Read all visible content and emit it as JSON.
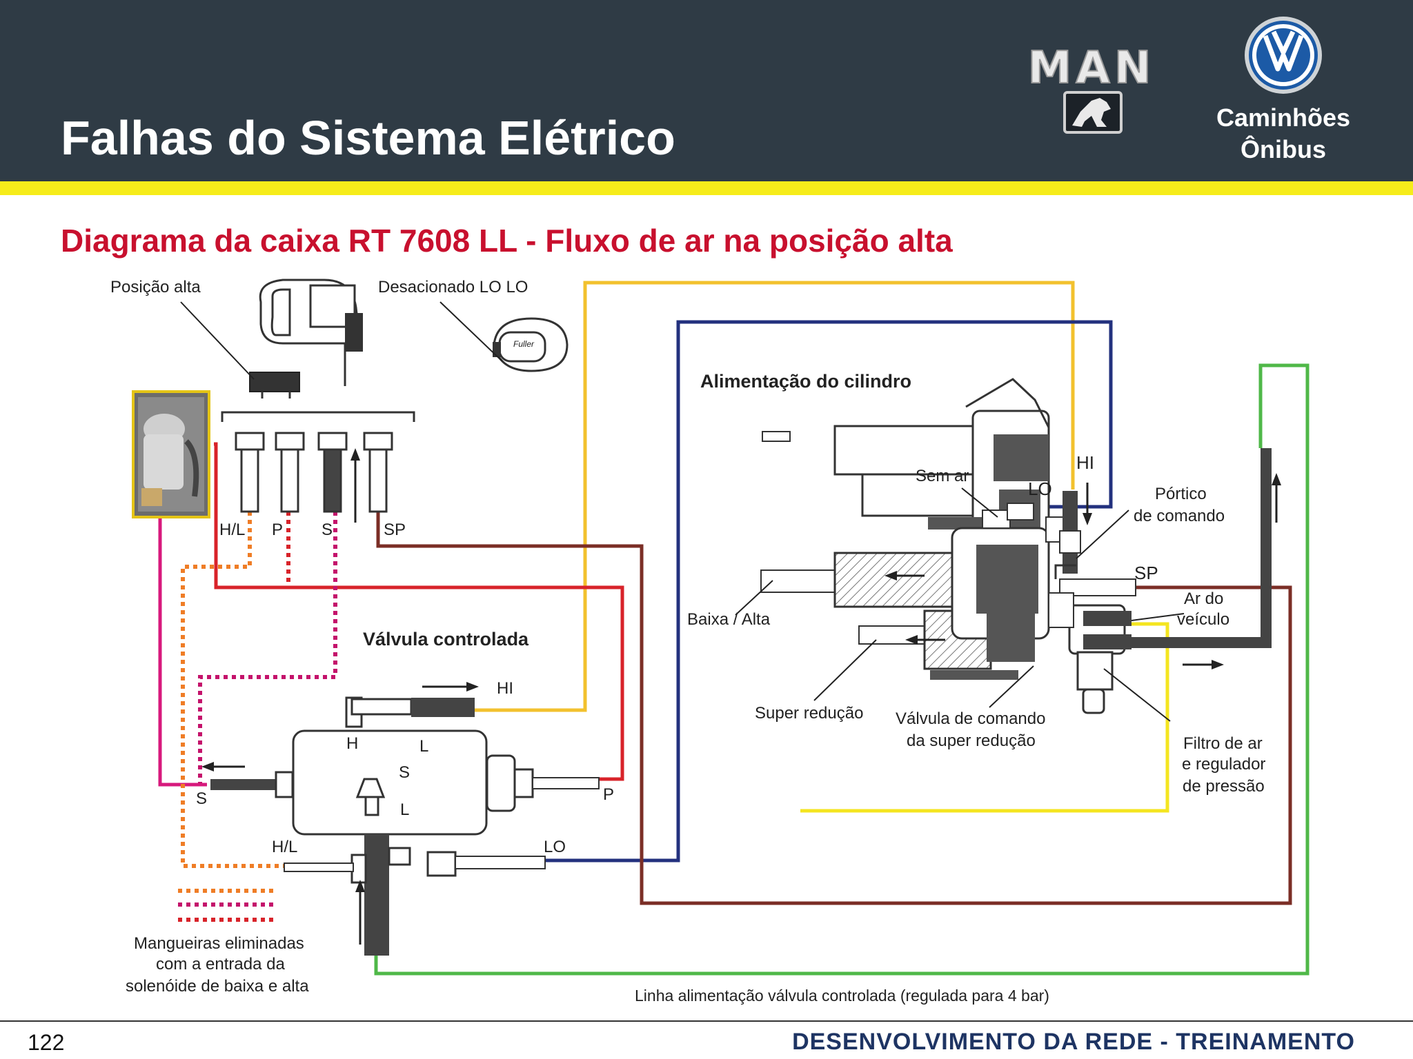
{
  "header": {
    "title": "Falhas do Sistema Elétrico",
    "brand_logo_name": "MAN",
    "brand_line1": "Caminhões",
    "brand_line2": "Ônibus"
  },
  "subtitle": "Diagrama da caixa RT 7608 LL - Fluxo de ar na posição alta",
  "diagram": {
    "labels": {
      "posicao_alta": "Posição alta",
      "desacionado": "Desacionado LO LO",
      "fuller": "Fuller",
      "hl": "H/L",
      "p": "P",
      "s": "S",
      "sp": "SP",
      "alimentacao": "Alimentação do cilindro",
      "sem_ar": "Sem ar",
      "lo": "LO",
      "hi": "HI",
      "portico_1": "Pórtico",
      "portico_2": "de comando",
      "sp2": "SP",
      "ar_do": "Ar do",
      "veiculo": "veículo",
      "baixa_alta": "Baixa / Alta",
      "valvula_controlada": "Válvula controlada",
      "hi_valve": "HI",
      "h": "H",
      "l": "L",
      "s_mid": "S",
      "s_left": "S",
      "p_right": "P",
      "l_mid": "L",
      "hl_bottom": "H/L",
      "lo_bottom": "LO",
      "super_reducao": "Super redução",
      "valvula_comando_1": "Válvula de comando",
      "valvula_comando_2": "da super redução",
      "filtro_1": "Filtro de ar",
      "filtro_2": "e regulador",
      "filtro_3": "de pressão",
      "mangueiras_1": "Mangueiras eliminadas",
      "mangueiras_2": "com a entrada da",
      "mangueiras_3": "solenóide de baixa e alta",
      "linha": "Linha alimentação válvula controlada (regulada para 4 bar)"
    },
    "colors": {
      "yellow_line": "#f2c12e",
      "blue_line": "#23317e",
      "green_line": "#4fb848",
      "red_line": "#d8232a",
      "brown_line": "#7b2e26",
      "magenta_line": "#d7197c",
      "orange_dotted": "#ef7d26",
      "pink_dotted": "#c4126b",
      "bright_yellow": "#f4e520"
    }
  },
  "footer": {
    "page_number": "122",
    "text": "DESENVOLVIMENTO DA REDE - TREINAMENTO"
  }
}
